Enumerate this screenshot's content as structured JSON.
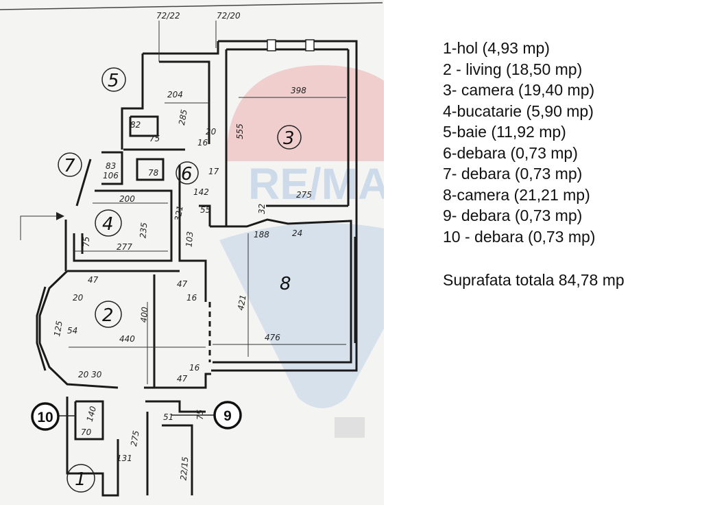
{
  "plan": {
    "dimensions": {
      "d_72_22": "72/22",
      "d_72_20": "72/20",
      "d_204": "204",
      "d_285": "285",
      "d_82": "82",
      "d_75a": "75",
      "d_20a": "20",
      "d_16a": "16",
      "d_398": "398",
      "d_555": "555",
      "d_275a": "275",
      "d_83": "83",
      "d_106": "106",
      "d_78": "78",
      "d_142": "142",
      "d_17": "17",
      "d_200": "200",
      "d_321": "321",
      "d_55": "55",
      "d_32": "32",
      "d_235": "235",
      "d_188": "188",
      "d_24": "24",
      "d_75b": "75",
      "d_277": "277",
      "d_103": "103",
      "d_47a": "47",
      "d_47b": "47",
      "d_20b": "20",
      "d_16b": "16",
      "d_400": "400",
      "d_421": "421",
      "d_125": "125",
      "d_54": "54",
      "d_440": "440",
      "d_476": "476",
      "d_16c": "16",
      "d_20_30": "20 30",
      "d_47c": "47",
      "d_140": "140",
      "d_70": "70",
      "d_51": "51",
      "d_75c": "75",
      "d_275b": "275",
      "d_131": "131",
      "d_22_15": "22/15"
    },
    "room_numbers": {
      "r1": "1",
      "r2": "2",
      "r3": "3",
      "r4": "4",
      "r5": "5",
      "r6": "6",
      "r7": "7",
      "r8": "8",
      "r9": "9",
      "r10": "10"
    },
    "watermark": "RE/MAX"
  },
  "legend": {
    "items": [
      "1-hol (4,93 mp)",
      "2 - living (18,50 mp)",
      "3- camera (19,40 mp)",
      "4-bucatarie (5,90 mp)",
      "5-baie (11,92 mp)",
      "6-debara (0,73 mp)",
      "7- debara (0,73 mp)",
      "8-camera (21,21 mp)",
      "9- debara (0,73 mp)",
      "10 - debara (0,73 mp)"
    ],
    "total": "Suprafata totala 84,78 mp"
  },
  "colors": {
    "watermark_red": "#e9a3a3",
    "watermark_blue": "#b9cfe6",
    "ink": "#1a1a1a"
  }
}
